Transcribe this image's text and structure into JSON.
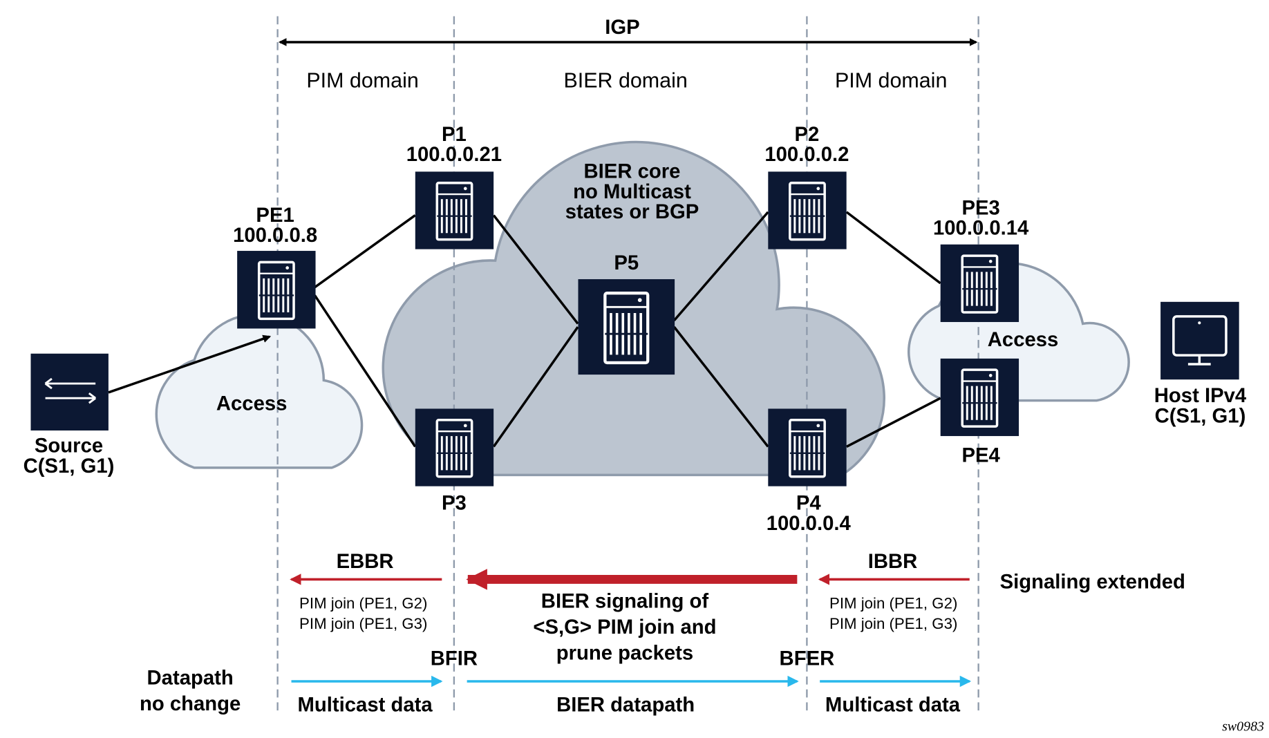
{
  "top": {
    "igp": "IGP",
    "domains": [
      "PIM domain",
      "BIER domain",
      "PIM domain"
    ]
  },
  "cloud": {
    "core_lines": [
      "BIER core",
      "no Multicast",
      "states or BGP"
    ],
    "access_left": "Access",
    "access_right": "Access"
  },
  "nodes": {
    "p1": {
      "name": "P1",
      "ip": "100.0.0.21"
    },
    "p2": {
      "name": "P2",
      "ip": "100.0.0.2"
    },
    "p3": {
      "name": "P3"
    },
    "p4": {
      "name": "P4",
      "ip": "100.0.0.4"
    },
    "p5": {
      "name": "P5"
    },
    "pe1": {
      "name": "PE1",
      "ip": "100.0.0.8"
    },
    "pe3": {
      "name": "PE3",
      "ip": "100.0.0.14"
    },
    "pe4": {
      "name": "PE4"
    },
    "source": {
      "name": "Source",
      "group": "C(S1, G1)"
    },
    "host": {
      "name": "Host IPv4",
      "group": "C(S1, G1)"
    }
  },
  "signaling": {
    "ebbr": "EBBR",
    "ibbr": "IBBR",
    "left_joins": [
      "PIM join (PE1, G2)",
      "PIM join (PE1, G3)"
    ],
    "right_joins": [
      "PIM join (PE1, G2)",
      "PIM join (PE1, G3)"
    ],
    "center_lines": [
      "BIER signaling of",
      "<S,G> PIM join and",
      "prune packets"
    ],
    "extended": "Signaling extended"
  },
  "datapath": {
    "left_lines": [
      "Datapath",
      "no change"
    ],
    "bfir": "BFIR",
    "bfer": "BFER",
    "left": "Multicast data",
    "center": "BIER datapath",
    "right": "Multicast data"
  },
  "figure_id": "sw0983",
  "colors": {
    "node": "#0c1833",
    "core_cloud": "#bcc5d0",
    "access_cloud": "#eef3f8",
    "signaling": "#c0202a",
    "data": "#29b8ec"
  }
}
